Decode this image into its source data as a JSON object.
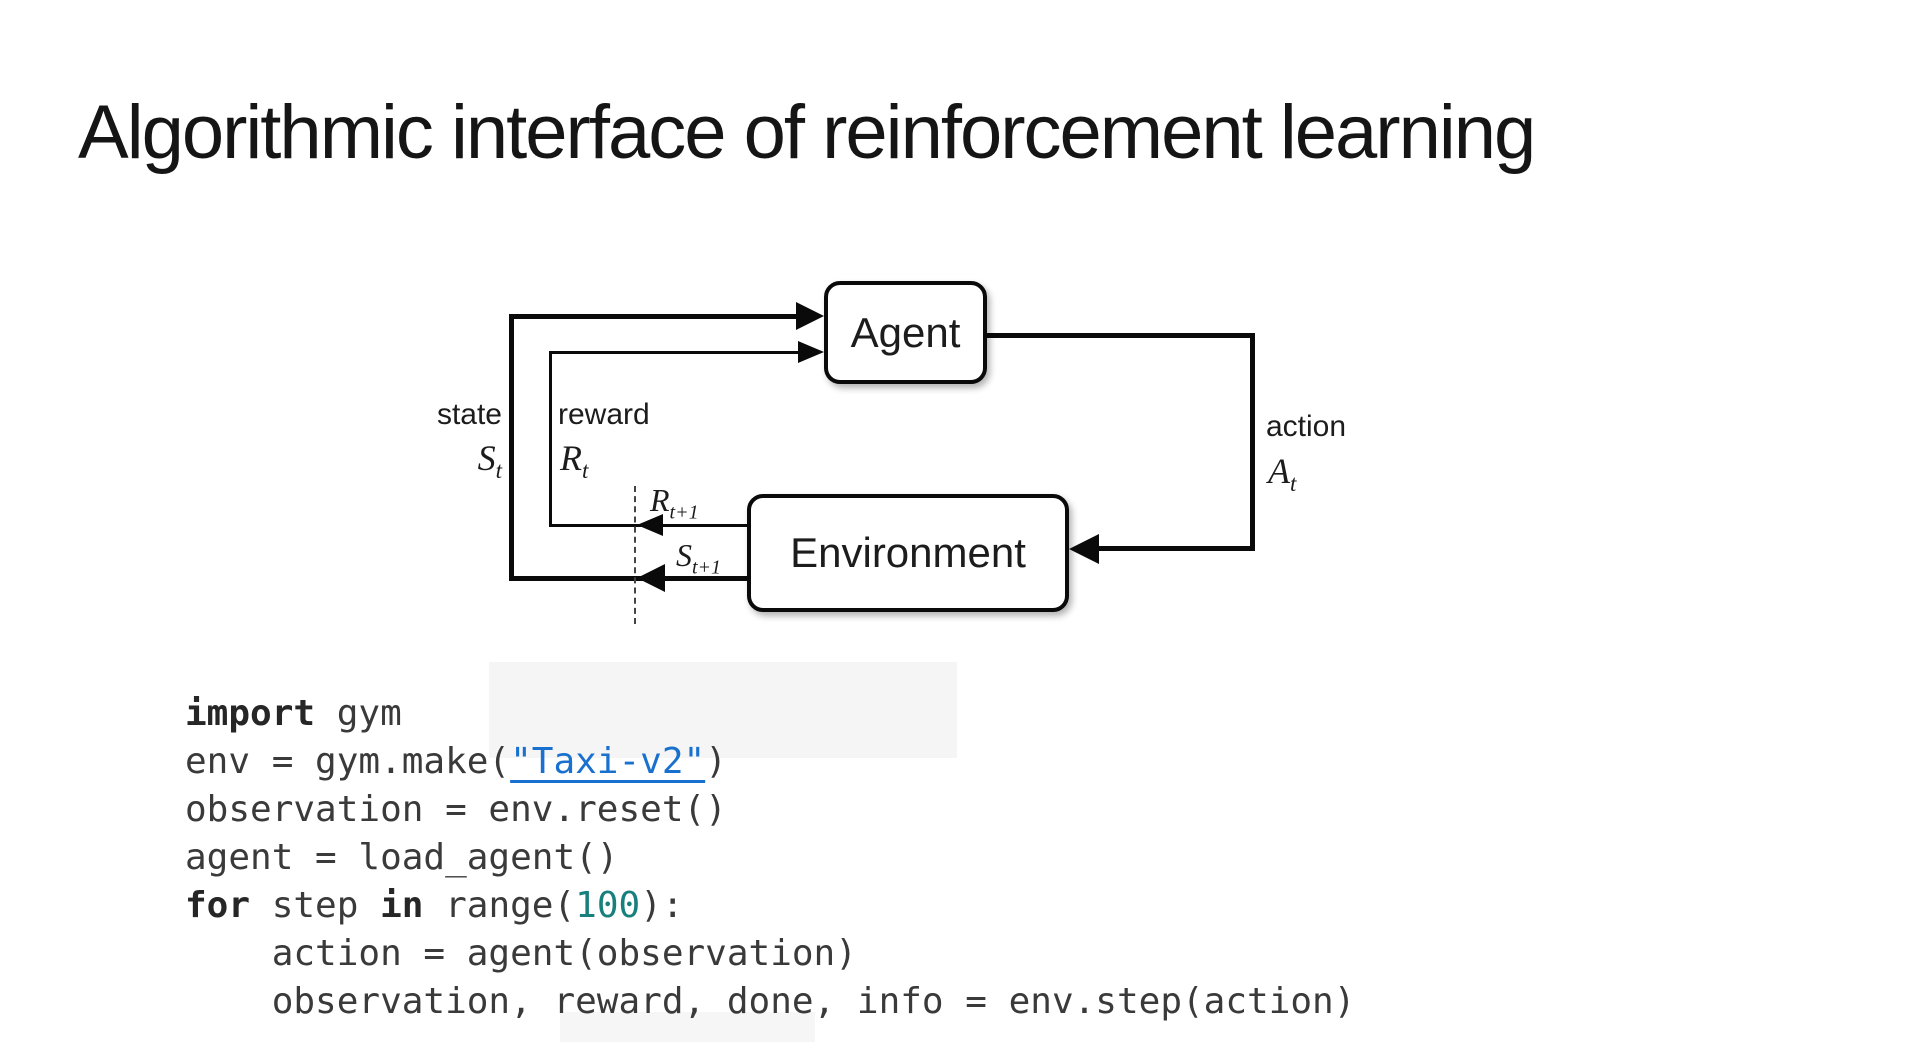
{
  "slide": {
    "title": "Algorithmic interface of reinforcement learning"
  },
  "diagram": {
    "agent_label": "Agent",
    "environment_label": "Environment",
    "state_label": "state",
    "state_var": "S",
    "state_sub": "t",
    "reward_label": "reward",
    "reward_var": "R",
    "reward_sub": "t",
    "action_label": "action",
    "action_var": "A",
    "action_sub": "t",
    "next_reward_var": "R",
    "next_reward_sub": "t+1",
    "next_state_var": "S",
    "next_state_sub": "t+1"
  },
  "code": {
    "lines": [
      {
        "tokens": [
          {
            "t": "import",
            "c": "kw"
          },
          {
            "t": " gym",
            "c": "plain"
          }
        ]
      },
      {
        "tokens": [
          {
            "t": "env = gym.make(",
            "c": "plain"
          },
          {
            "t": "\"Taxi-v2\"",
            "c": "link"
          },
          {
            "t": ")",
            "c": "plain"
          }
        ]
      },
      {
        "tokens": [
          {
            "t": "observation = env.reset()",
            "c": "plain"
          }
        ]
      },
      {
        "tokens": [
          {
            "t": "agent = load_agent()",
            "c": "plain"
          }
        ]
      },
      {
        "tokens": [
          {
            "t": "for",
            "c": "kw"
          },
          {
            "t": " step ",
            "c": "plain"
          },
          {
            "t": "in",
            "c": "kw"
          },
          {
            "t": " range(",
            "c": "plain"
          },
          {
            "t": "100",
            "c": "num"
          },
          {
            "t": "):",
            "c": "plain"
          }
        ]
      },
      {
        "tokens": [
          {
            "t": "    action = agent(observation)",
            "c": "plain"
          }
        ]
      },
      {
        "tokens": [
          {
            "t": "    observation, reward, done, info = env.step(action)",
            "c": "plain"
          }
        ]
      }
    ]
  },
  "colors": {
    "keyword": "#262626",
    "code_text": "#3a3a3a",
    "link_blue": "#1a70cf",
    "number_teal": "#17807d",
    "stroke": "#0a0a0a"
  }
}
